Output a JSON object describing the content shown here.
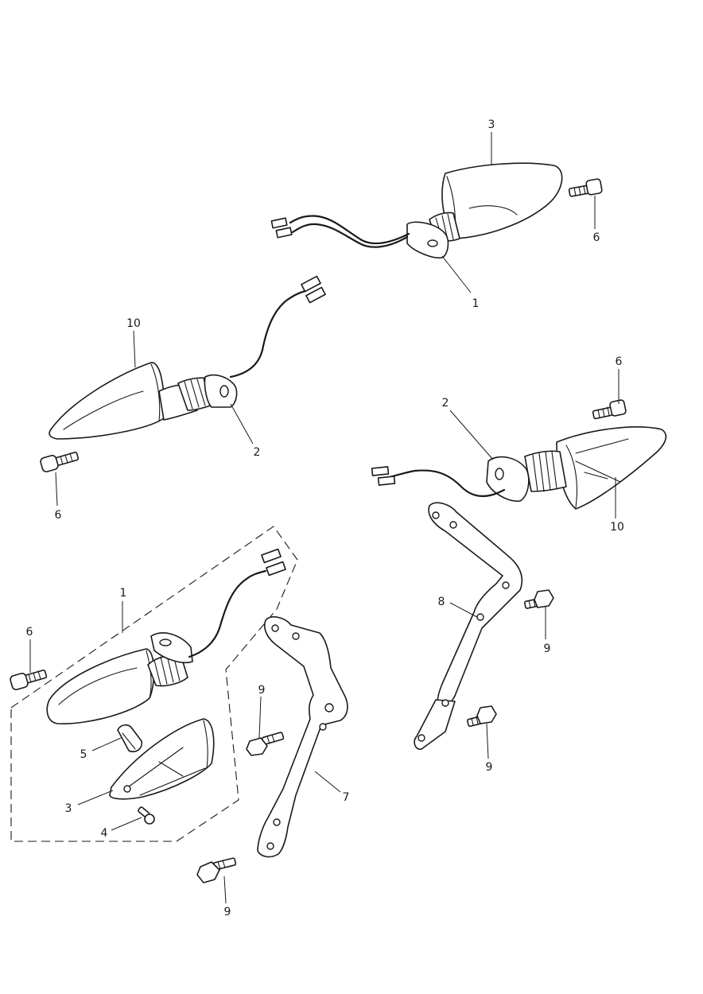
{
  "diagram": {
    "type": "exploded-parts-diagram",
    "callouts": [
      {
        "id": "c-3-top",
        "label": "3"
      },
      {
        "id": "c-6-top",
        "label": "6"
      },
      {
        "id": "c-1-top",
        "label": "1"
      },
      {
        "id": "c-10-left",
        "label": "10"
      },
      {
        "id": "c-2-left",
        "label": "2"
      },
      {
        "id": "c-6-left",
        "label": "6"
      },
      {
        "id": "c-6-right",
        "label": "6"
      },
      {
        "id": "c-2-right",
        "label": "2"
      },
      {
        "id": "c-10-right",
        "label": "10"
      },
      {
        "id": "c-1-group",
        "label": "1"
      },
      {
        "id": "c-6-group",
        "label": "6"
      },
      {
        "id": "c-8",
        "label": "8"
      },
      {
        "id": "c-9-right-upper",
        "label": "9"
      },
      {
        "id": "c-9-right-lower",
        "label": "9"
      },
      {
        "id": "c-9-mid",
        "label": "9"
      },
      {
        "id": "c-5",
        "label": "5"
      },
      {
        "id": "c-3-group",
        "label": "3"
      },
      {
        "id": "c-4",
        "label": "4"
      },
      {
        "id": "c-7",
        "label": "7"
      },
      {
        "id": "c-9-bottom",
        "label": "9"
      }
    ]
  }
}
